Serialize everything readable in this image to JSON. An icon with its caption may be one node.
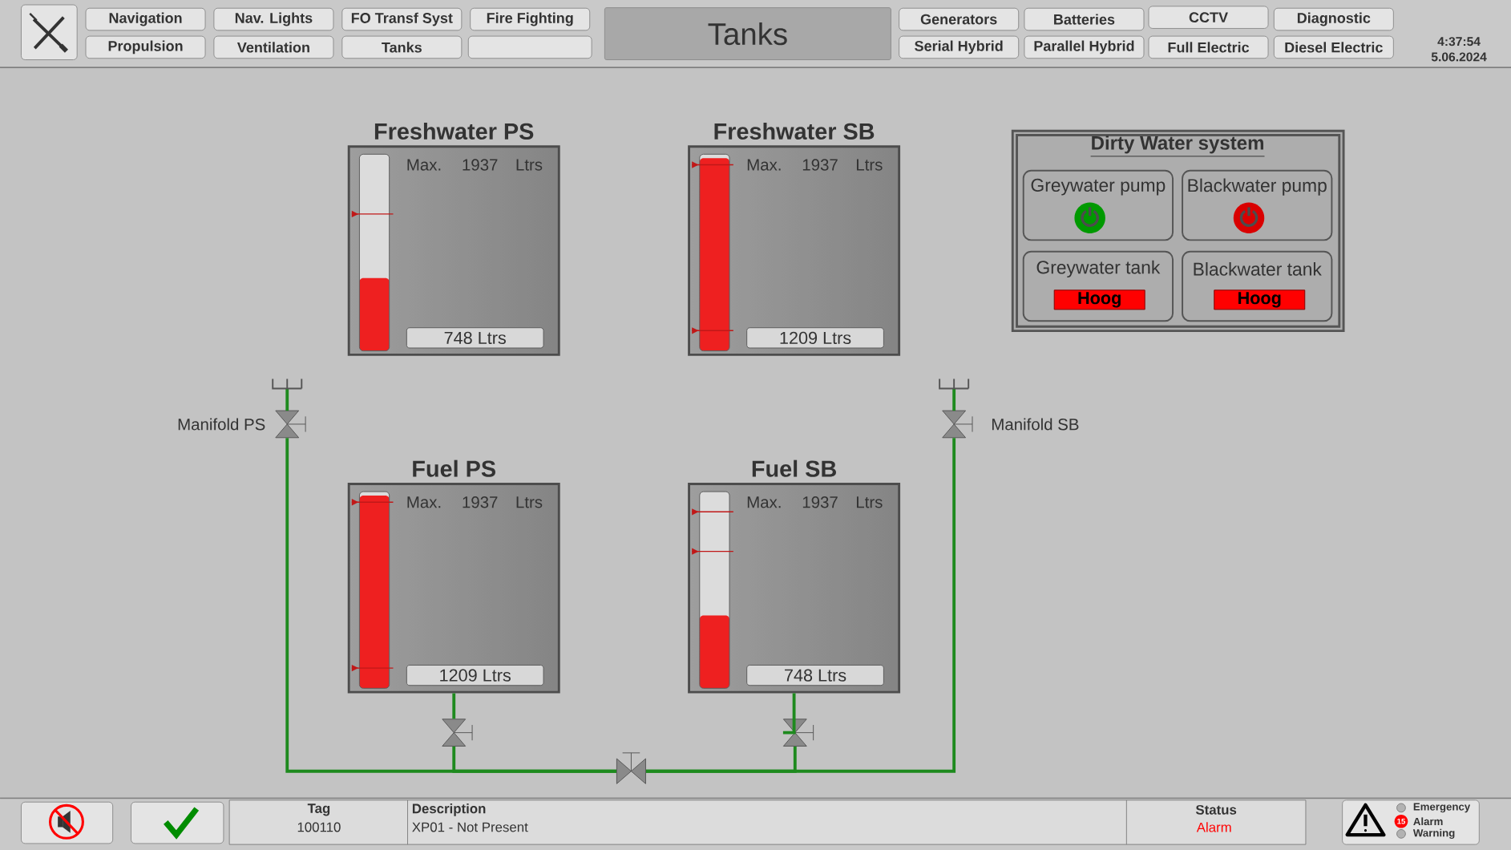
{
  "diagram": {
    "title": "Tanks",
    "nodes": [
      {
        "text": [
          "Freshwater PS",
          "Max.",
          "1937",
          "Ltrs",
          "748 Ltrs"
        ]
      },
      {
        "text": [
          "Freshwater SB",
          "Max.",
          "1937",
          "Ltrs",
          "1209 Ltrs"
        ]
      },
      {
        "text": [
          "Fuel PS",
          "Max.",
          "1937",
          "Ltrs",
          "1209 Ltrs"
        ]
      },
      {
        "text": [
          "Fuel SB",
          "Max.",
          "1937",
          "Ltrs",
          "748 Ltrs"
        ]
      },
      {
        "text": [
          "Dirty Water system"
        ]
      },
      {
        "text": [
          "Greywater pump"
        ],
        "in": 4
      },
      {
        "text": [
          "Blackwater pump"
        ],
        "in": 4
      },
      {
        "text": [
          "Greywater tank"
        ],
        "in": 4
      },
      {
        "text": [
          "Hoog"
        ],
        "in": 7
      },
      {
        "text": [
          "Blackwater tank"
        ],
        "in": 4
      },
      {
        "text": [
          "Hoog"
        ],
        "in": 9
      },
      {
        "text": [],
        "shape": "valve",
        "beside": [
          "Manifold PS"
        ]
      },
      {
        "text": [],
        "shape": "valve",
        "beside": [
          "Manifold SB"
        ]
      },
      {
        "text": [],
        "shape": "valve"
      },
      {
        "text": [],
        "shape": "valve"
      },
      {
        "text": [],
        "shape": "valve"
      }
    ],
    "edges": [
      {
        "from": 2,
        "to": 13,
        "arrow": "none"
      },
      {
        "from": 13,
        "to": 15,
        "arrow": "none"
      },
      {
        "from": 11,
        "to": 15,
        "arrow": "none"
      },
      {
        "from": 3,
        "to": 14,
        "arrow": "none"
      },
      {
        "from": 14,
        "to": 15,
        "arrow": "none"
      },
      {
        "from": 12,
        "to": 15,
        "arrow": "none"
      }
    ],
    "labels": [
      "Navigation",
      "Nav. Lights",
      "FO Transf Syst",
      "Fire Fighting",
      "Generators",
      "Batteries",
      "CCTV",
      "Diagnostic",
      "4:37:54",
      "Propulsion",
      "Ventilation",
      "Tanks",
      "Serial Hybrid",
      "Parallel Hybrid",
      "Full Electric",
      "Diesel Electric",
      "5.06.2024",
      "Tag",
      "100110",
      "Description",
      "XP01 - Not Present",
      "Status",
      "Alarm",
      "Emergency",
      "15",
      "Alarm",
      "Warning"
    ]
  }
}
